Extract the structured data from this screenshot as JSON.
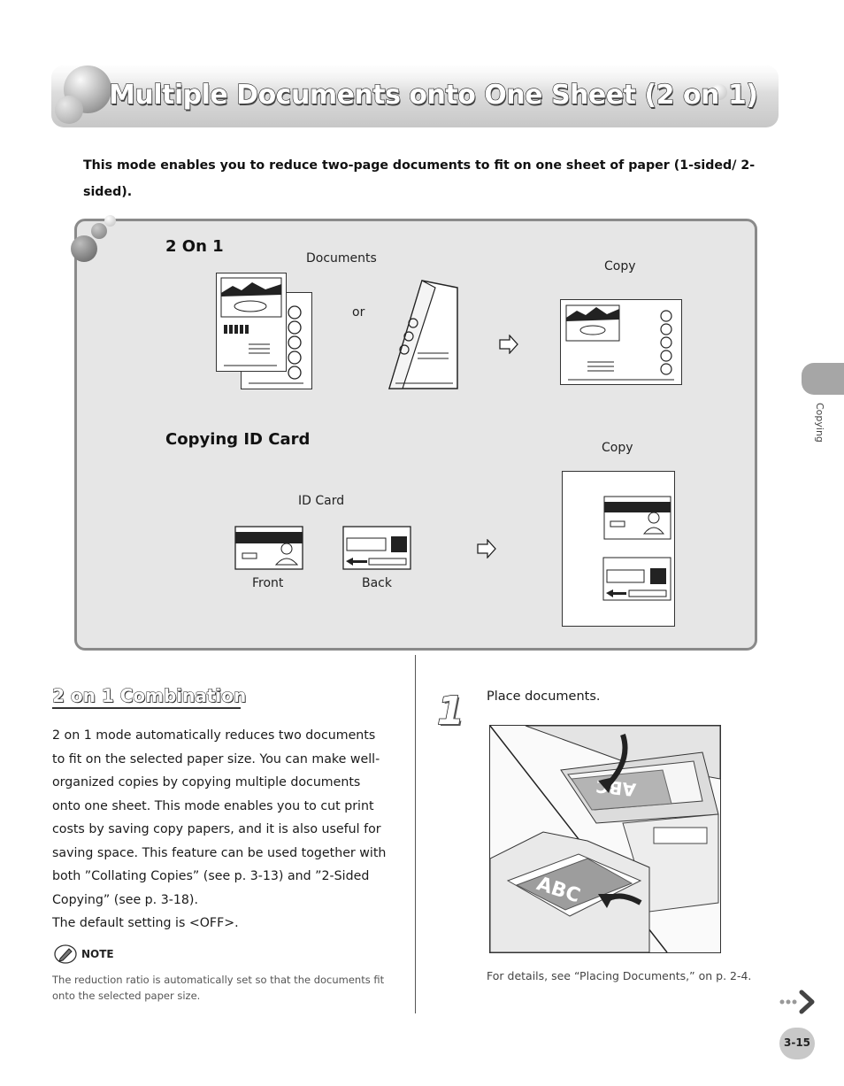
{
  "title": "Multiple Documents onto One Sheet (2 on 1)",
  "intro": "This mode enables you to reduce two-page documents to fit on one sheet of paper (1-sided/ 2-sided).",
  "figure": {
    "two_on_one": {
      "heading": "2 On 1",
      "documents_label": "Documents",
      "or_label": "or",
      "copy_label": "Copy"
    },
    "id_card": {
      "heading": "Copying ID Card",
      "id_card_label": "ID Card",
      "front_label": "Front",
      "back_label": "Back",
      "copy_label": "Copy"
    }
  },
  "side_tab": {
    "label": "Copying"
  },
  "section": {
    "heading": "2 on 1 Combination",
    "body_lines": [
      "2 on 1 mode automatically reduces two documents",
      "to fit on the selected paper size. You can make well-",
      "organized copies by copying multiple documents",
      "onto one sheet. This mode enables you to cut print",
      "costs by saving copy papers, and it is also useful for",
      "saving space. This feature can be used together with",
      "both ”Collating Copies” (see p. 3-13) and ”2-Sided",
      "Copying” (see p. 3-18).",
      "The default setting is <OFF>."
    ],
    "note_label": "NOTE",
    "note_text": "The reduction ratio is automatically set so that the documents fit onto the selected paper size."
  },
  "step": {
    "number": "1",
    "instruction": "Place documents.",
    "photo_text_top": "ABC",
    "photo_text_bottom": "ABC",
    "details": "For details, see “Placing Documents,” on p. 2-4."
  },
  "page_number": "3-15"
}
